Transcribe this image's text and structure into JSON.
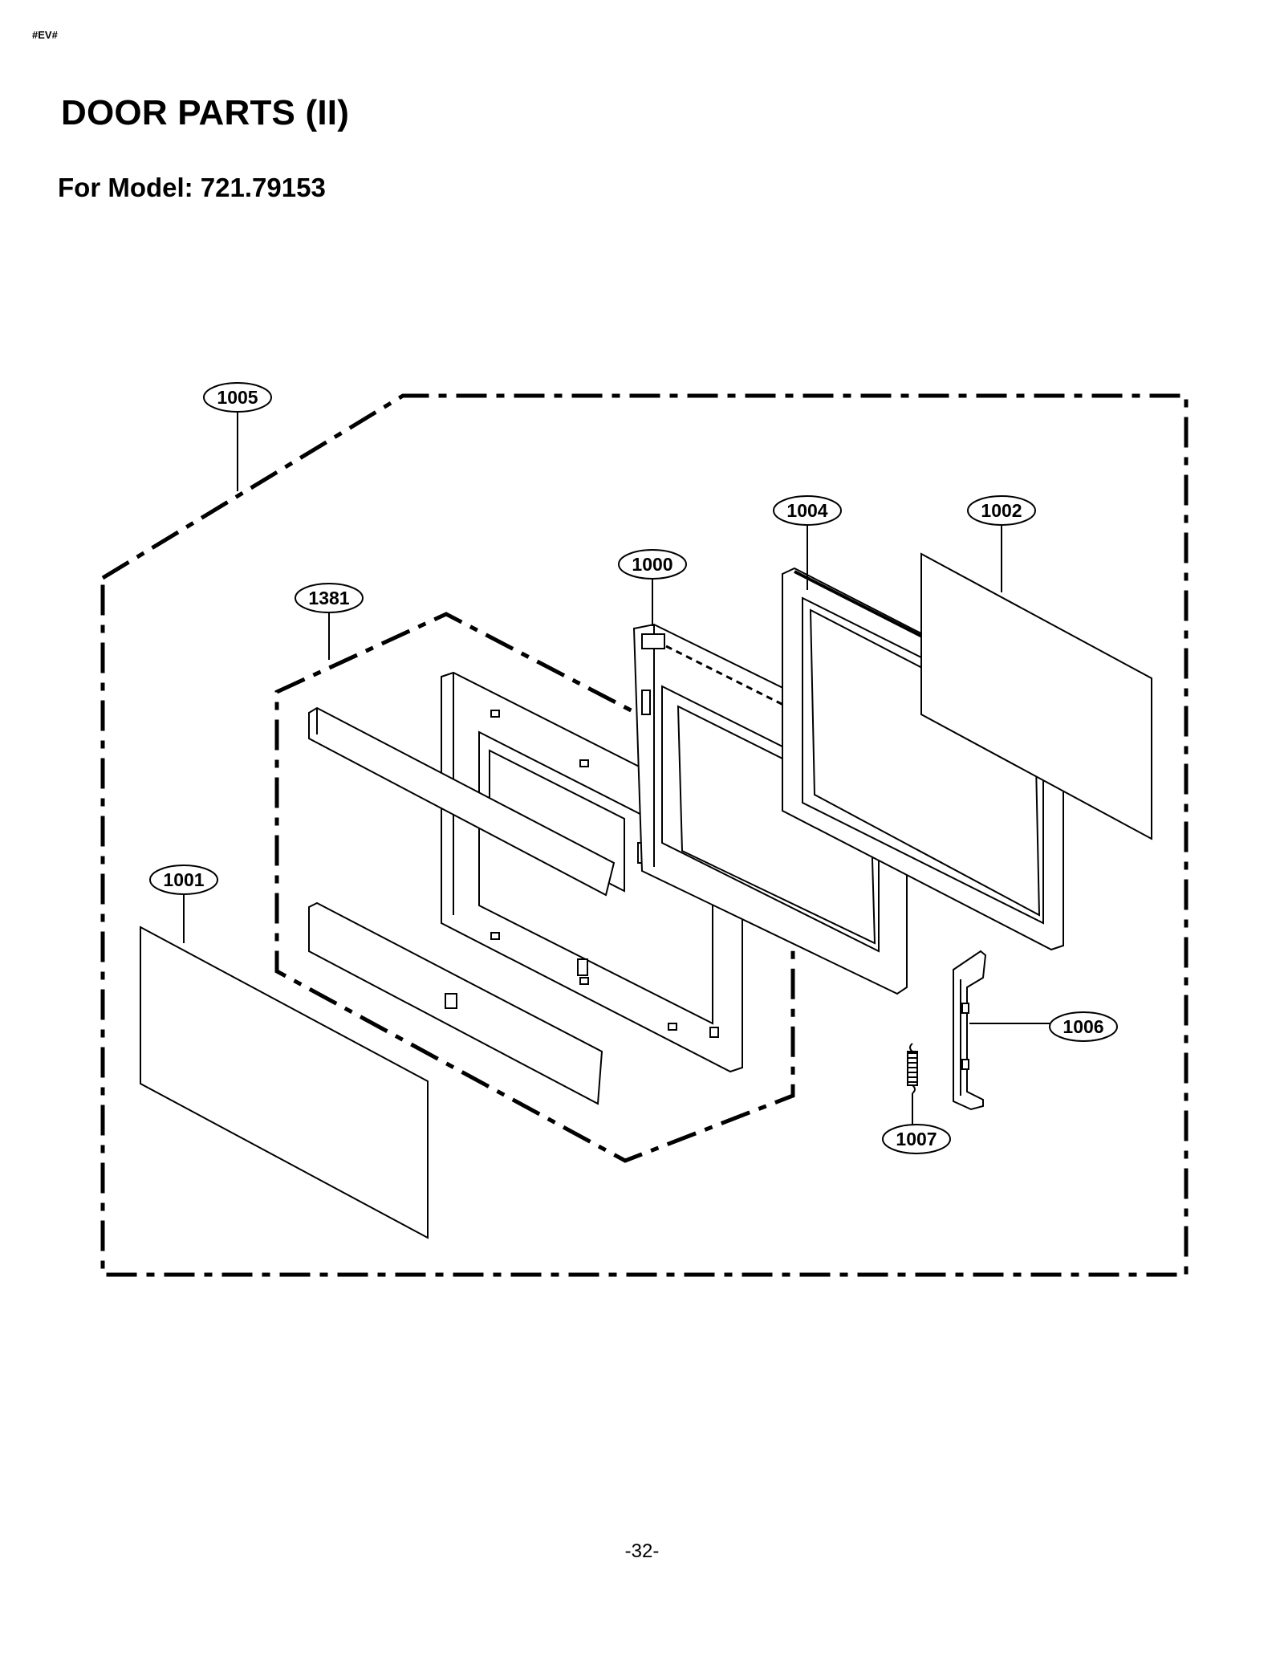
{
  "header": {
    "tag": "#EV#",
    "title": "DOOR PARTS (II)",
    "subtitle": "For Model: 721.79153"
  },
  "callouts": [
    {
      "id": "c1005",
      "label": "1005"
    },
    {
      "id": "c1004",
      "label": "1004"
    },
    {
      "id": "c1002",
      "label": "1002"
    },
    {
      "id": "c1000",
      "label": "1000"
    },
    {
      "id": "c1381",
      "label": "1381"
    },
    {
      "id": "c1001",
      "label": "1001"
    },
    {
      "id": "c1006",
      "label": "1006"
    },
    {
      "id": "c1007",
      "label": "1007"
    }
  ],
  "footer": {
    "page_number": "-32-"
  }
}
